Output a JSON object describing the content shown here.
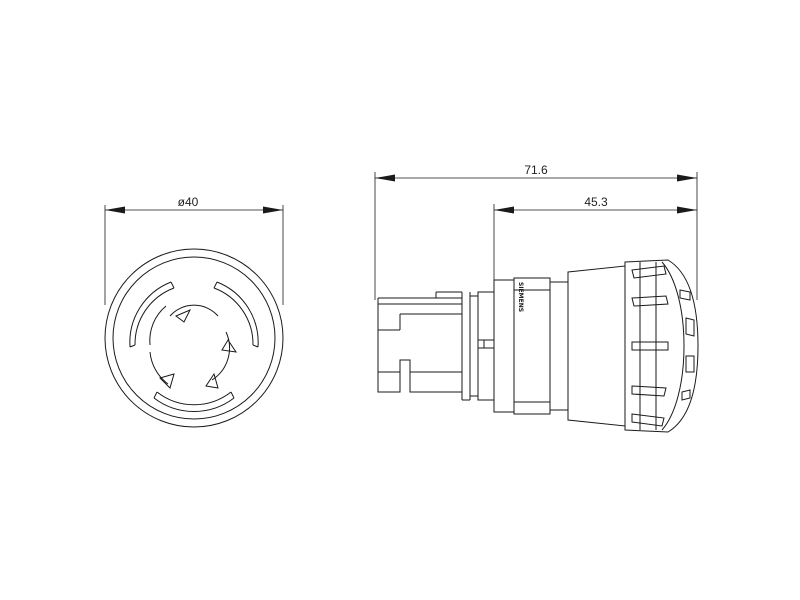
{
  "front_view": {
    "diameter_label": "ø40"
  },
  "side_view": {
    "overall_length_label": "71.6",
    "head_length_label": "45.3",
    "brand_mark": "SIEMENS"
  },
  "colors": {
    "line": "#1a1a1a",
    "background": "#ffffff"
  }
}
